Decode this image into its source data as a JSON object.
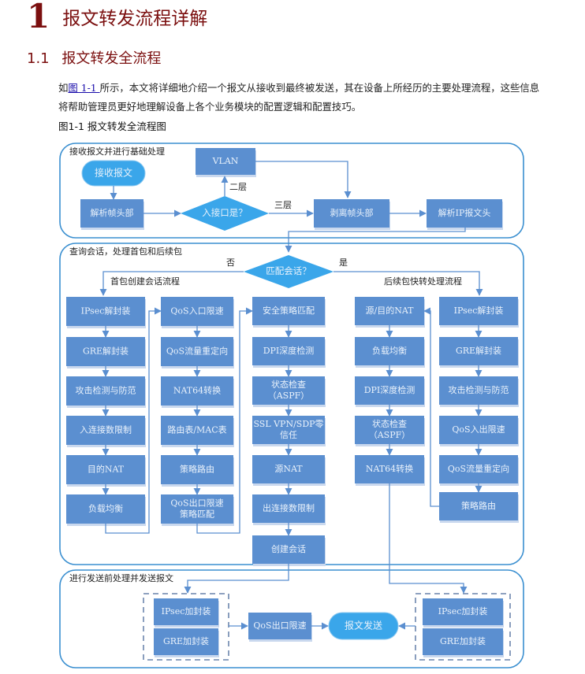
{
  "chapter": {
    "number": "1",
    "title": "报文转发流程详解"
  },
  "section": {
    "number": "1.1",
    "title": "报文转发全流程"
  },
  "paragraph": {
    "prefix": "如",
    "link": "图 1-1 ",
    "text": "所示，本文将详细地介绍一个报文从接收到最终被发送，其在设备上所经历的主要处理流程，这些信息将帮助管理员更好地理解设备上各个业务模块的配置逻辑和配置技巧。"
  },
  "figure_caption": "图1-1  报文转发全流程图",
  "diagram": {
    "colors": {
      "box": "#5b8fd0",
      "terminal": "#3aa6ea",
      "line": "#5b8fd0",
      "group_border": "#3a8fd0",
      "dash_border": "#4a6a9a"
    },
    "group1": {
      "title": "接收报文并进行基础处理",
      "start": "接收报文",
      "parse_frame": "解析帧头部",
      "decision": "入接口是？",
      "vlan": "VLAN",
      "label_l2": "二层",
      "label_l3": "三层",
      "strip_frame": "剥离帧头部",
      "parse_ip": "解析IP报文头"
    },
    "group2": {
      "title": "查询会话，处理首包和后续包",
      "decision": "匹配会话？",
      "label_no": "否",
      "label_yes": "是",
      "first_flow_title": "首包创建会话流程",
      "subsequent_flow_title": "后续包快转处理流程",
      "col1": [
        "IPsec解封装",
        "GRE解封装",
        "攻击检测与防范",
        "入连接数限制",
        "目的NAT",
        "负载均衡"
      ],
      "col2": [
        "QoS入口限速",
        "QoS流量重定向",
        "NAT64转换",
        "路由表/MAC表",
        "策略路由",
        "QoS出口限速\n策略匹配"
      ],
      "col3": [
        "安全策略匹配",
        "DPI深度检测",
        "状态检查\n（ASPF）",
        "SSL VPN/SDP零\n信任",
        "源NAT",
        "出连接数限制",
        "创建会话"
      ],
      "col4": [
        "源/目的NAT",
        "负载均衡",
        "DPI深度检测",
        "状态检查\n（ASPF）",
        "NAT64转换"
      ],
      "col5": [
        "IPsec解封装",
        "GRE解封装",
        "攻击检测与防范",
        "QoS入出限速",
        "QoS流量重定向",
        "策略路由"
      ]
    },
    "group3": {
      "title": "进行发送前处理并发送报文",
      "left_encap": [
        "IPsec加封装",
        "GRE加封装"
      ],
      "qos_out": "QoS出口限速",
      "send": "报文发送",
      "right_encap": [
        "IPsec加封装",
        "GRE加封装"
      ]
    }
  }
}
